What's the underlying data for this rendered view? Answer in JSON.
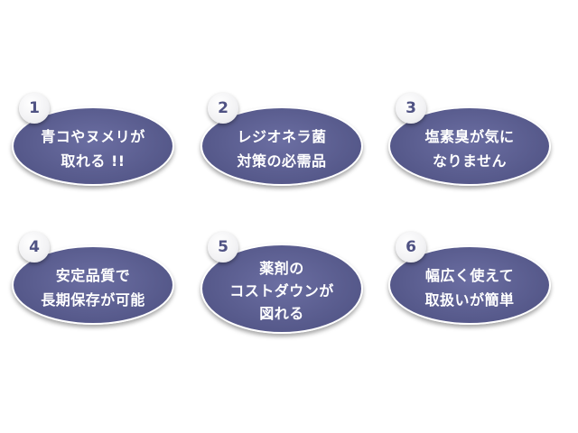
{
  "items": [
    {
      "number": "1",
      "lines": [
        "青コやヌメリが",
        "取れる !!"
      ]
    },
    {
      "number": "2",
      "lines": [
        "レジオネラ菌",
        "対策の必需品"
      ]
    },
    {
      "number": "3",
      "lines": [
        "塩素臭が気に",
        "なりません"
      ]
    },
    {
      "number": "4",
      "lines": [
        "安定品質で",
        "長期保存が可能"
      ]
    },
    {
      "number": "5",
      "lines": [
        "薬剤の",
        "コストダウンが",
        "図れる"
      ]
    },
    {
      "number": "6",
      "lines": [
        "幅広く使えて",
        "取扱いが簡単"
      ]
    }
  ],
  "colors": {
    "oval": "#5a5d8f",
    "badge_text": "#4f5283",
    "text": "#ffffff"
  }
}
